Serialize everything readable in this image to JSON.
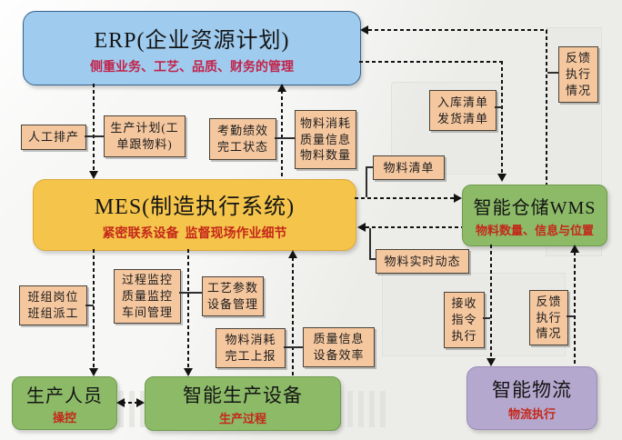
{
  "colors": {
    "erp_fill": "#9FCBEE",
    "mes_fill": "#F5C44A",
    "green_fill": "#8CBA67",
    "purple_fill": "#B5A8CE",
    "label_fill": "#F5C79F",
    "accent_red_erp": "#C2234A",
    "accent_red": "#C4281A",
    "line_color": "#121212"
  },
  "nodes": {
    "erp": {
      "title": "ERP(企业资源计划)",
      "subtitle": "侧重业务、工艺、品质、财务的管理"
    },
    "mes": {
      "title": "MES(制造执行系统)",
      "subtitle": "紧密联系设备  监督现场作业细节"
    },
    "wms": {
      "title": "智能仓储WMS",
      "subtitle": "物料数量、信息与位置"
    },
    "workers": {
      "title": "生产人员",
      "subtitle": "操控"
    },
    "equipment": {
      "title": "智能生产设备",
      "subtitle": "生产过程"
    },
    "logistics": {
      "title": "智能物流",
      "subtitle": "物流执行"
    }
  },
  "labels": {
    "manual_scheduling": {
      "lines": [
        "人工排产"
      ]
    },
    "production_plan": {
      "lines": [
        "生产计划(工",
        "单跟物料)"
      ]
    },
    "attendance_status": {
      "lines": [
        "考勤绩效",
        "完工状态"
      ]
    },
    "material_info": {
      "lines": [
        "物料消耗",
        "质量信息",
        "物料数量"
      ]
    },
    "warehouse_lists": {
      "lines": [
        "入库清单",
        "发货清单"
      ]
    },
    "feedback_top": {
      "lines": [
        "反馈",
        "执行",
        "情况"
      ]
    },
    "bom_list": {
      "lines": [
        "物料清单"
      ]
    },
    "material_realtime": {
      "lines": [
        "物料实时动态"
      ]
    },
    "team_assignment": {
      "lines": [
        "班组岗位",
        "班组派工"
      ]
    },
    "process_monitor": {
      "lines": [
        "过程监控",
        "质量监控",
        "车间管理"
      ]
    },
    "process_params": {
      "lines": [
        "工艺参数",
        "设备管理"
      ]
    },
    "material_report": {
      "lines": [
        "物料消耗",
        "完工上报"
      ]
    },
    "quality_efficiency": {
      "lines": [
        "质量信息",
        "设备效率"
      ]
    },
    "receive_command": {
      "lines": [
        "接收",
        "指令",
        "执行"
      ]
    },
    "feedback_bottom": {
      "lines": [
        "反馈",
        "执行",
        "情况"
      ]
    }
  }
}
